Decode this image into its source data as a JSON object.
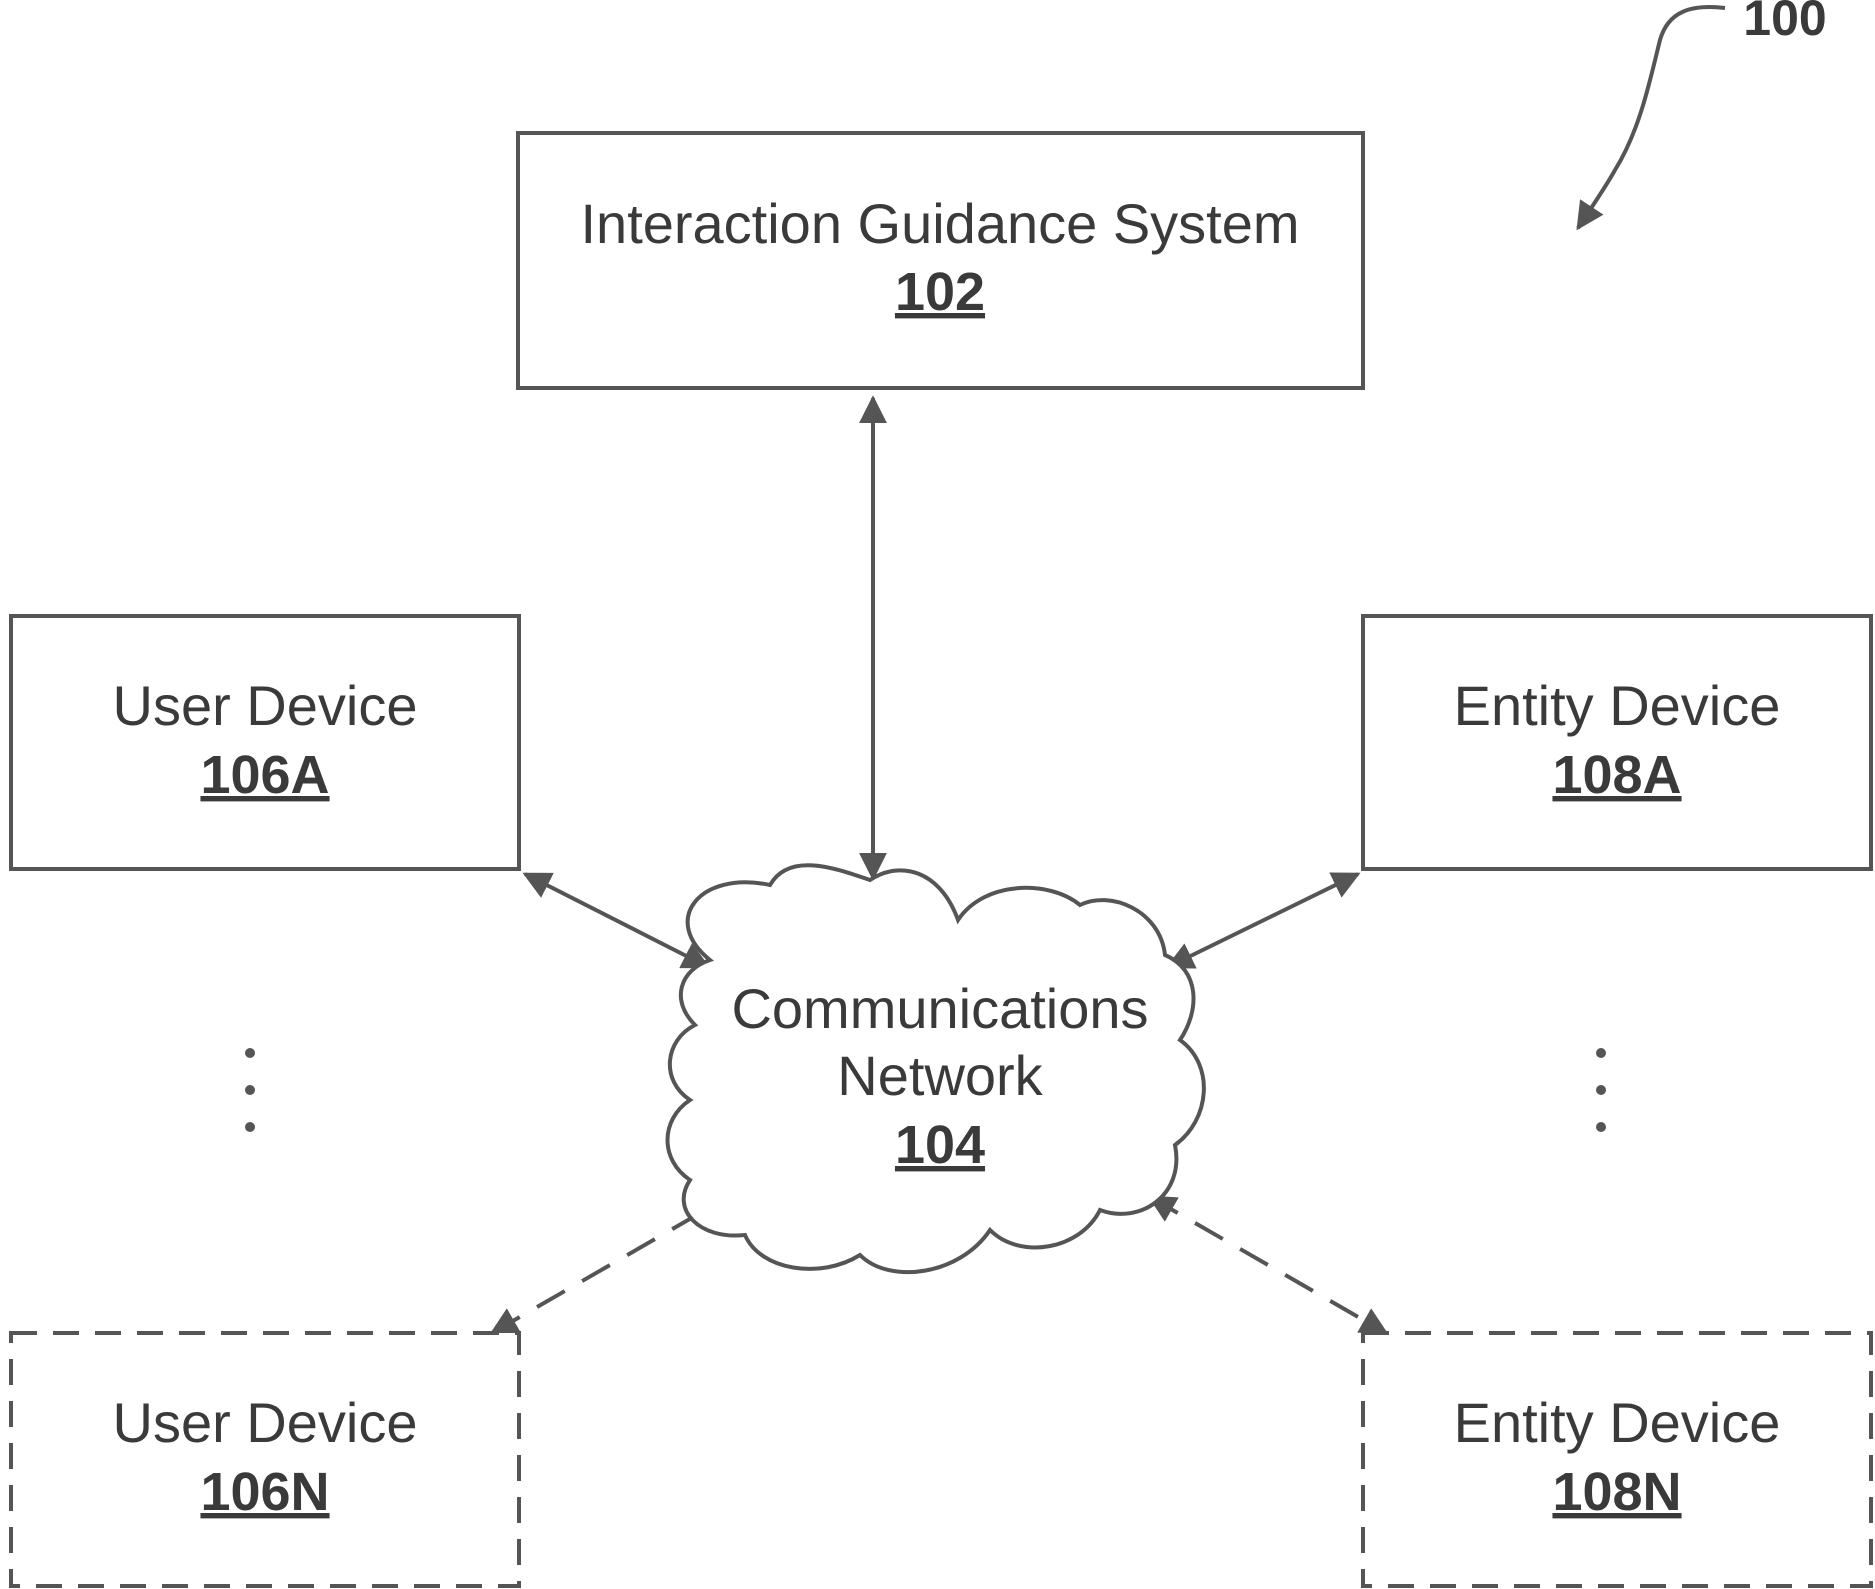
{
  "figure": {
    "reference": "100"
  },
  "nodes": {
    "interaction_guidance_system": {
      "label": "Interaction Guidance System",
      "ref": "102"
    },
    "communications_network": {
      "label_line1": "Communications",
      "label_line2": "Network",
      "ref": "104"
    },
    "user_device_a": {
      "label": "User Device",
      "ref": "106A"
    },
    "user_device_n": {
      "label": "User Device",
      "ref": "106N"
    },
    "entity_device_a": {
      "label": "Entity Device",
      "ref": "108A"
    },
    "entity_device_n": {
      "label": "Entity Device",
      "ref": "108N"
    }
  },
  "style": {
    "line_color": "#555555",
    "text_color": "#3a3a3a",
    "background": "#ffffff"
  }
}
